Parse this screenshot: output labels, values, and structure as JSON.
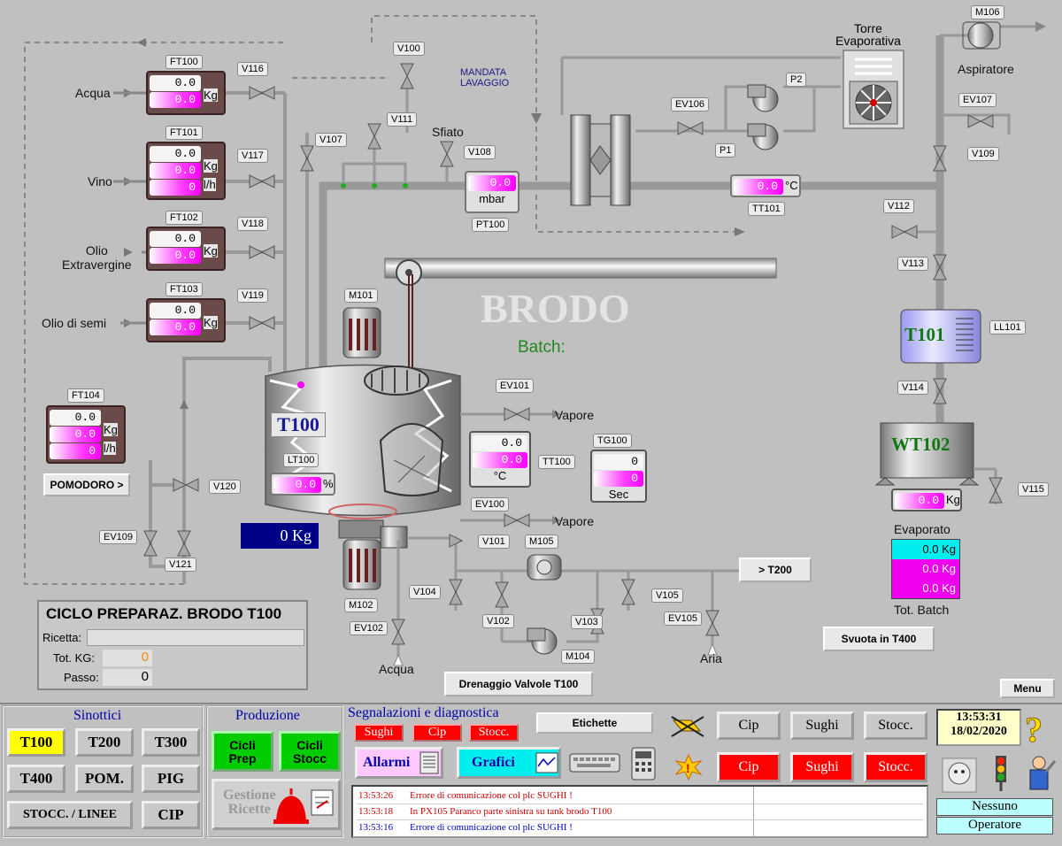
{
  "title_watermark": "BRODO",
  "batch_label": "Batch:",
  "tanks": {
    "t100": "T100",
    "t101": "T101",
    "wt102": "WT102"
  },
  "flows": {
    "ft100": {
      "tag": "FT100",
      "label": "Acqua",
      "valve": "V116",
      "v1": "0.0",
      "v2": "0.0",
      "u1": "Kg"
    },
    "ft101": {
      "tag": "FT101",
      "label": "Vino",
      "valve": "V117",
      "v1": "0.0",
      "v2": "0.0",
      "v3": "0",
      "u1": "Kg",
      "u2": "l/h"
    },
    "ft102": {
      "tag": "FT102",
      "label": "Olio\nExtravergine",
      "valve": "V118",
      "v1": "0.0",
      "v2": "0.0",
      "u1": "Kg"
    },
    "ft103": {
      "tag": "FT103",
      "label": "Olio di semi",
      "valve": "V119",
      "v1": "0.0",
      "v2": "0.0",
      "u1": "Kg"
    },
    "ft104": {
      "tag": "FT104",
      "v1": "0.0",
      "v2": "0.0",
      "v3": "0",
      "u1": "Kg",
      "u2": "l/h"
    }
  },
  "tags": {
    "v100": "V100",
    "v107": "V107",
    "v108": "V108",
    "v111": "V111",
    "v112": "V112",
    "v113": "V113",
    "v114": "V114",
    "v115": "V115",
    "v109": "V109",
    "v120": "V120",
    "v121": "V121",
    "ev109": "EV109",
    "ev106": "EV106",
    "ev107": "EV107",
    "p1": "P1",
    "p2": "P2",
    "m106": "M106",
    "tt101": "TT101",
    "pt100": "PT100",
    "m101": "M101",
    "m102": "M102",
    "m105": "M105",
    "m104": "M104",
    "ev101": "EV101",
    "ev100": "EV100",
    "ev102": "EV102",
    "ev105": "EV105",
    "v101": "V101",
    "v102": "V102",
    "v103": "V103",
    "v104": "V104",
    "v105": "V105",
    "lt100": "LT100",
    "tt100": "TT100",
    "tg100": "TG100",
    "ll101": "LL101"
  },
  "labels": {
    "mandata": "MANDATA\nLAVAGGIO",
    "sfiato": "Sfiato",
    "torre": "Torre\nEvaporativa",
    "aspiratore": "Aspiratore",
    "vapore1": "Vapore",
    "vapore2": "Vapore",
    "acqua_out": "Acqua",
    "aria": "Aria"
  },
  "readouts": {
    "pt100": "0.0",
    "pt100_unit": "mbar",
    "tt101": "0.0",
    "tt101_unit": "°C",
    "lt100": "0.0",
    "lt100_unit": "%",
    "weight": "0 Kg",
    "tt100_a": "0.0",
    "tt100_b": "0.0",
    "tt100_unit": "°C",
    "tg100_a": "0",
    "tg100_b": "0",
    "tg100_unit": "Sec",
    "wt102": "0.0",
    "wt102_unit": "Kg"
  },
  "evaporato": {
    "title": "Evaporato",
    "v1": "0.0 Kg",
    "v2": "0.0 Kg",
    "v3": "0.0 Kg",
    "footer": "Tot. Batch"
  },
  "buttons": {
    "pomodoro": "POMODORO >",
    "t200": "> T200",
    "svuota": "Svuota in T400",
    "drenaggio": "Drenaggio Valvole T100",
    "menu": "Menu"
  },
  "ciclo": {
    "title": "CICLO PREPARAZ. BRODO T100",
    "ricetta_label": "Ricetta:",
    "ricetta_value": "",
    "tot_label": "Tot. KG:",
    "tot_value": "0",
    "passo_label": "Passo:",
    "passo_value": "0"
  },
  "footer": {
    "sinottici_title": "Sinottici",
    "nav": [
      "T100",
      "T200",
      "T300",
      "T400",
      "POM.",
      "PIG",
      "STOCC. / LINEE",
      "CIP"
    ],
    "produzione_title": "Produzione",
    "cicli_prep": "Cicli\nPrep",
    "cicli_stocc": "Cicli\nStocc",
    "gestione": "Gestione\nRicette",
    "segnalazioni_title": "Segnalazioni e diagnostica",
    "alarm_tabs": [
      "Sughi",
      "Cip",
      "Stocc."
    ],
    "allarmi": "Allarmi",
    "grafici": "Grafici",
    "etichette": "Etichette",
    "grid_top": [
      "Cip",
      "Sughi",
      "Stocc."
    ],
    "grid_bot": [
      "Cip",
      "Sughi",
      "Stocc."
    ],
    "time": "13:53:31",
    "date": "18/02/2020",
    "user": "Nessuno",
    "operator": "Operatore"
  },
  "log": [
    {
      "time": "13:53:26",
      "msg": "Errore di comunicazione col plc SUGHI !",
      "color": "#cc0000"
    },
    {
      "time": "13:53:18",
      "msg": "In PX105 Paranco parte sinistra su tank brodo T100",
      "color": "#cc0000"
    },
    {
      "time": "13:53:16",
      "msg": "Errore di comunicazione col plc SUGHI !",
      "color": "#0000cc"
    }
  ]
}
